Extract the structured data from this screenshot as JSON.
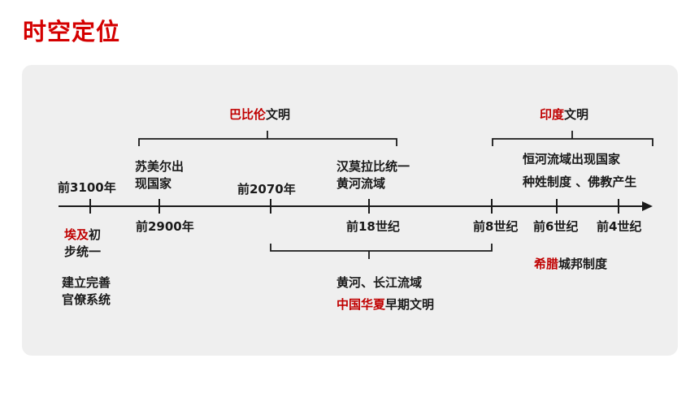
{
  "title": "时空定位",
  "colors": {
    "accent": "#c00000",
    "title": "#d40000",
    "panel": "#efefef",
    "line": "#1a1a1a"
  },
  "babylon": {
    "highlight": "巴比伦",
    "rest": "文明"
  },
  "india": {
    "highlight": "印度",
    "rest": "文明"
  },
  "india_events": {
    "line1": "恒河流域出现国家",
    "line2": "种姓制度 、佛教产生"
  },
  "sumer": {
    "line1": "苏美尔出",
    "line2": "现国家"
  },
  "hammurabi": {
    "line1": "汉莫拉比统一",
    "line2": "黄河流域"
  },
  "dates_top": {
    "d3100": "前3100年",
    "d2070": "前2070年"
  },
  "dates_bottom": {
    "d2900": "前2900年",
    "d18": "前18世纪",
    "d8": "前8世纪",
    "d6": "前6世纪",
    "d4": "前4世纪"
  },
  "egypt": {
    "highlight": "埃及",
    "rest1": "初",
    "line2": "步统一",
    "line3": "建立完善",
    "line4": "官僚系统"
  },
  "china": {
    "line1": "黄河、长江流域",
    "highlight": "中国华夏",
    "rest": "早期文明"
  },
  "greece": {
    "highlight": "希腊",
    "rest": "城邦制度"
  }
}
